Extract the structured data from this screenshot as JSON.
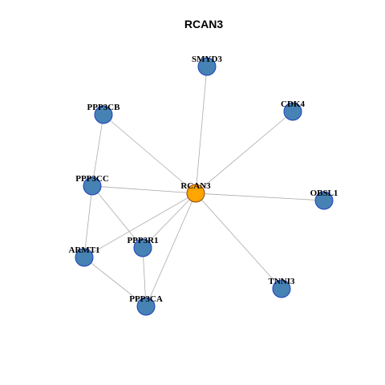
{
  "title": "RCAN3",
  "colors": {
    "hub_fill": "#FFA500",
    "hub_stroke": "#8B4513",
    "node_fill": "#4682B4",
    "node_stroke": "#1E3FBF",
    "edge": "#aaaaaa"
  },
  "nodes": [
    {
      "id": "RCAN3",
      "label": "RCAN3",
      "hub": true
    },
    {
      "id": "SMYD3",
      "label": "SMYD3"
    },
    {
      "id": "CDK4",
      "label": "CDK4"
    },
    {
      "id": "PPP3CB",
      "label": "PPP3CB"
    },
    {
      "id": "PPP3CC",
      "label": "PPP3CC"
    },
    {
      "id": "OBSL1",
      "label": "OBSL1"
    },
    {
      "id": "PPP3R1",
      "label": "PPP3R1"
    },
    {
      "id": "ARMT1",
      "label": "ARMT1"
    },
    {
      "id": "TNNI3",
      "label": "TNNI3"
    },
    {
      "id": "PPP3CA",
      "label": "PPP3CA"
    }
  ],
  "edges": [
    [
      "RCAN3",
      "SMYD3"
    ],
    [
      "RCAN3",
      "CDK4"
    ],
    [
      "RCAN3",
      "PPP3CB"
    ],
    [
      "RCAN3",
      "PPP3CC"
    ],
    [
      "RCAN3",
      "OBSL1"
    ],
    [
      "RCAN3",
      "PPP3R1"
    ],
    [
      "RCAN3",
      "ARMT1"
    ],
    [
      "RCAN3",
      "TNNI3"
    ],
    [
      "RCAN3",
      "PPP3CA"
    ],
    [
      "PPP3CB",
      "PPP3CC"
    ],
    [
      "PPP3CC",
      "ARMT1"
    ],
    [
      "PPP3CC",
      "PPP3R1"
    ],
    [
      "PPP3R1",
      "PPP3CA"
    ],
    [
      "ARMT1",
      "PPP3CA"
    ]
  ]
}
